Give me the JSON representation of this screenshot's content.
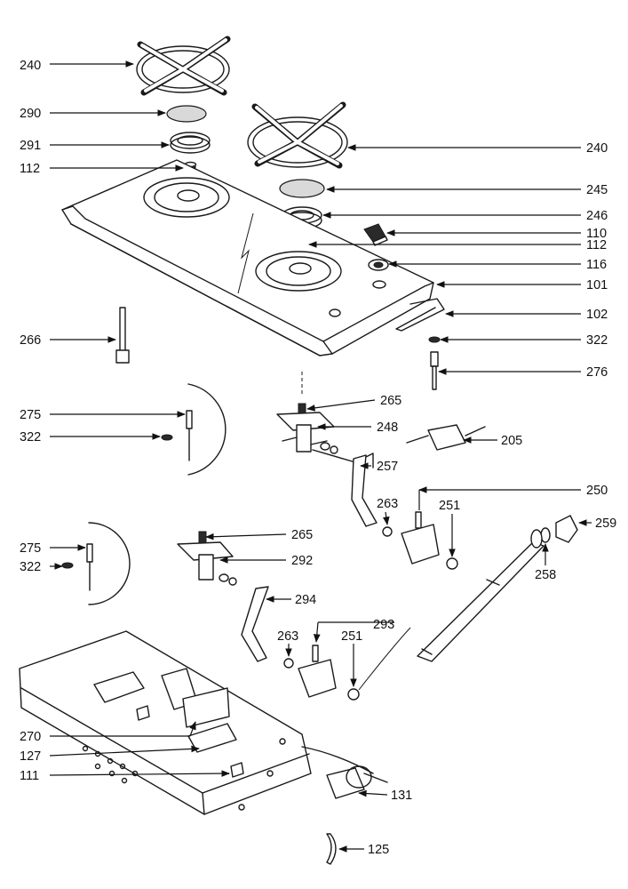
{
  "labels": {
    "l240a": "240",
    "l290": "290",
    "l291": "291",
    "l112a": "112",
    "l240b": "240",
    "l245": "245",
    "l246": "246",
    "l110": "110",
    "l112b": "112",
    "l116": "116",
    "l101": "101",
    "l102": "102",
    "l266": "266",
    "l322a": "322",
    "l276": "276",
    "l265a": "265",
    "l275a": "275",
    "l248": "248",
    "l322b": "322",
    "l205": "205",
    "l257": "257",
    "l250": "250",
    "l263a": "263",
    "l251a": "251",
    "l259": "259",
    "l275b": "275",
    "l265b": "265",
    "l292": "292",
    "l322c": "322",
    "l258": "258",
    "l294": "294",
    "l293": "293",
    "l263b": "263",
    "l251b": "251",
    "l270": "270",
    "l127": "127",
    "l111": "111",
    "l131": "131",
    "l125": "125"
  }
}
